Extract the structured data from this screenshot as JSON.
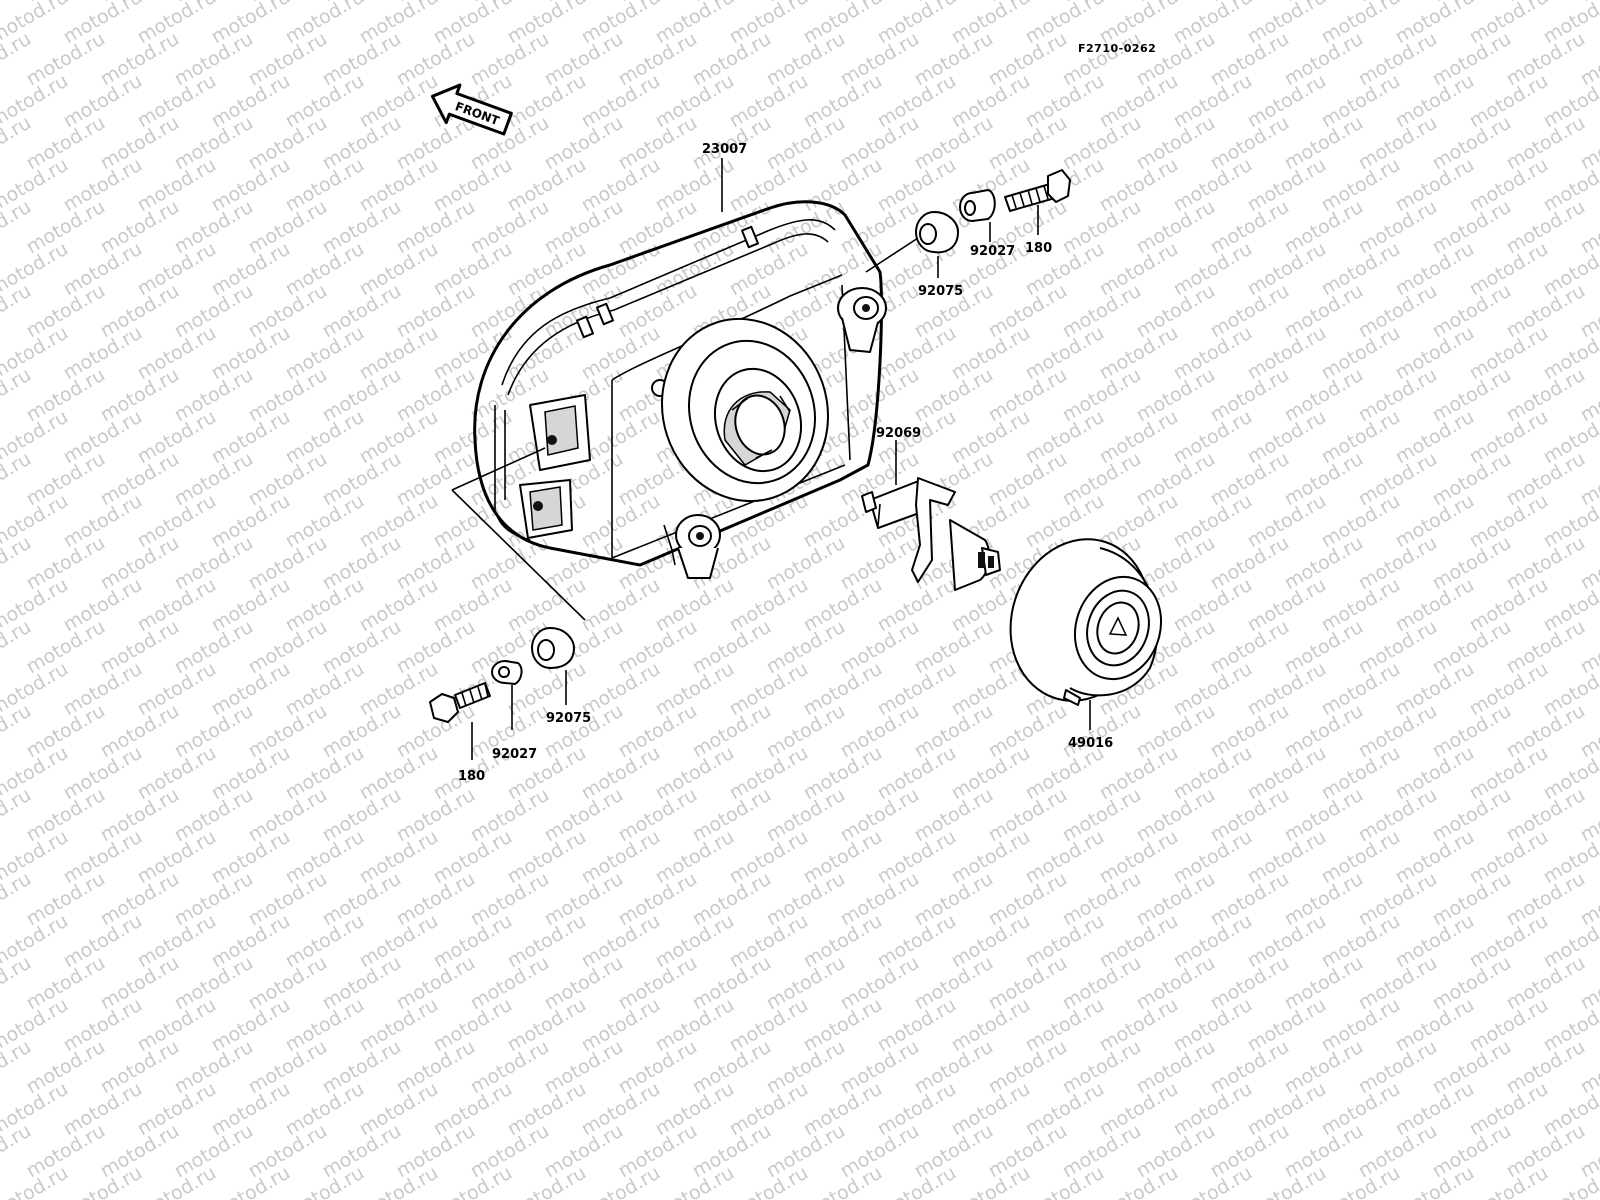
{
  "drawing_code": "F2710-0262",
  "front_arrow_label": "FRONT",
  "watermark_text": "motod.ru",
  "parts": {
    "headlight_unit": "23007",
    "grommet_upper": "92075",
    "collar_upper": "92027",
    "bolt_upper": "180",
    "bulb": "92069",
    "socket_cover": "49016",
    "grommet_lower": "92075",
    "collar_lower": "92027",
    "bolt_lower": "180"
  }
}
